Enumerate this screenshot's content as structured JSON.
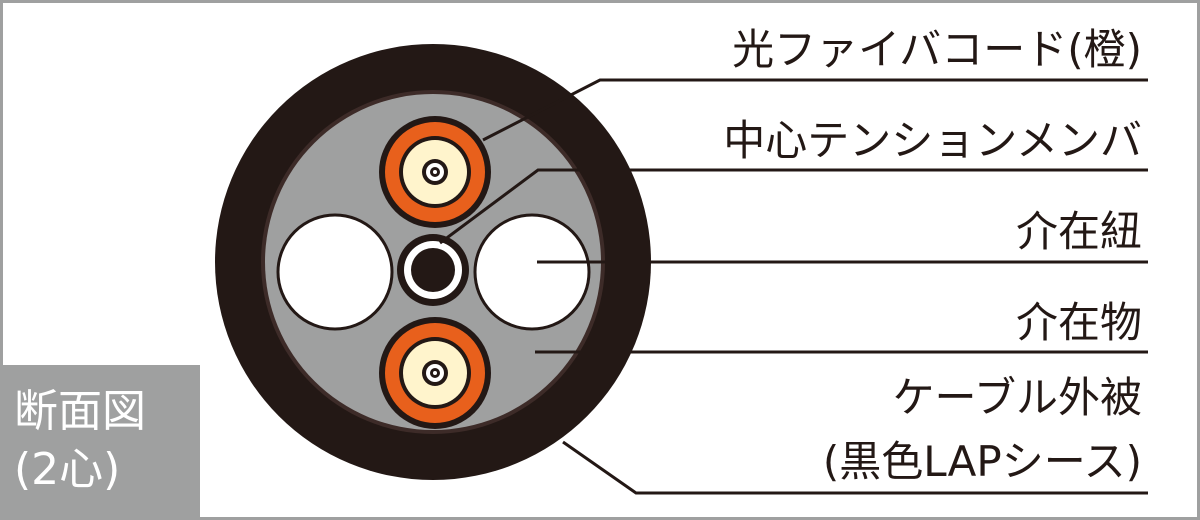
{
  "labels": {
    "optical_fiber_cord": "光ファイバコード(橙)",
    "central_tension_member": "中心テンションメンバ",
    "filler_string": "介在紐",
    "filler": "介在物",
    "outer_sheath_line1": "ケーブル外被",
    "outer_sheath_line2": "(黒色LAPシース)"
  },
  "badge": {
    "line1": "断面図",
    "line2": "(2心)"
  },
  "colors": {
    "sheath": "#231815",
    "filler": "#9fa0a0",
    "fiber_jacket": "#e8601c",
    "fiber_buffer": "#fff4cc",
    "badge_bg": "#9fa0a0",
    "frame": "#9fa0a0"
  }
}
